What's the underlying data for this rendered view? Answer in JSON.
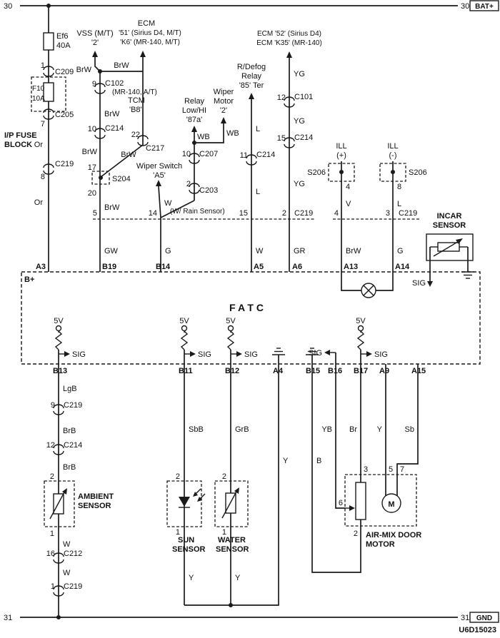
{
  "rails": {
    "top_left": "30",
    "top_right": "30",
    "bat": "BAT+",
    "bottom_left": "31",
    "bottom_right": "31",
    "gnd": "GND",
    "drawing_no": "U6D15023"
  },
  "fuse_branch": {
    "fuse_ef6": "Ef6",
    "fuse_ef6_rating": "40A",
    "pin_1": "1",
    "c209": "C209",
    "fuse_f10": "F10",
    "fuse_f10_rating": "10A",
    "c205": "C205",
    "pin_7": "7",
    "block_name_1": "I/P FUSE",
    "block_name_2": "BLOCK",
    "wire_or_upper": "Or",
    "c219": "C219",
    "pin_8": "8",
    "wire_or_lower": "Or",
    "pin_a3": "A3",
    "b_plus": "B+"
  },
  "vss_ecm_branch": {
    "vss_name": "VSS (M/T)",
    "vss_pin": "'2'",
    "ecm_name": "ECM",
    "ecm_ref_1": "'51' (Sirius D4, M/T)",
    "ecm_ref_2": "'K6' (MR-140, M/T)",
    "wire_brw_vss": "BrW",
    "wire_brw_ecm": "BrW",
    "pin_9": "9",
    "c102": "C102",
    "c102_note": "(MR-140, A/T)",
    "tcm_name": "TCM",
    "tcm_pin": "'B8'",
    "wire_brw_1": "BrW",
    "pin_10": "10",
    "c214": "C214",
    "wire_brw_2": "BrW",
    "pin_22": "22",
    "c217": "C217",
    "wire_brw_diag": "BrW",
    "pin_17": "17",
    "s204": "S204",
    "pin_20": "20",
    "wire_brw_3": "BrW",
    "pin_5": "5",
    "wire_gw": "GW",
    "pin_b19": "B19"
  },
  "wiper_branch": {
    "relay_name_1": "Relay",
    "relay_name_2": "Low/HI",
    "relay_pin": "'87a'",
    "motor_name_1": "Wiper",
    "motor_name_2": "Motor",
    "motor_pin": "'2'",
    "wire_wb_relay": "WB",
    "wire_wb_motor": "WB",
    "pin_10": "10",
    "c207": "C207",
    "pin_2": "2",
    "c203": "C203",
    "switch_name": "Wiper Switch",
    "switch_pin": "'A5'",
    "wire_w": "W",
    "rain_note": "(W/ Rain Sensor)",
    "pin_14": "14",
    "wire_g": "G",
    "pin_b14": "B14"
  },
  "defog_branch": {
    "name_1": "R/Defog",
    "name_2": "Relay",
    "name_3": "'85' Ter",
    "wire_l_upper": "L",
    "pin_11": "11",
    "c214": "C214",
    "wire_l_lower": "L",
    "pin_15": "15",
    "wire_w": "W",
    "pin_a5": "A5"
  },
  "ecm52_branch": {
    "ref_1": "ECM '52' (Sirius D4)",
    "ref_2": "ECM 'K35' (MR-140)",
    "wire_yg_1": "YG",
    "pin_12": "12",
    "c101": "C101",
    "wire_yg_2": "YG",
    "pin_15": "15",
    "c214": "C214",
    "wire_yg_3": "YG",
    "pin_2": "2",
    "c219": "C219",
    "wire_gr": "GR",
    "pin_a6": "A6"
  },
  "ill_plus": {
    "name_1": "ILL",
    "name_2": "(+)",
    "s206": "S206",
    "pin_4_upper": "4",
    "wire_v": "V",
    "pin_4_c219": "4",
    "wire_brw": "BrW",
    "pin_a13": "A13"
  },
  "ill_minus": {
    "name_1": "ILL",
    "name_2": "(-)",
    "s206": "S206",
    "pin_8_upper": "8",
    "wire_l": "L",
    "pin_3_c219": "3",
    "c219": "C219",
    "wire_g": "G",
    "pin_a14": "A14"
  },
  "incar_sensor": {
    "name_1": "INCAR",
    "name_2": "SENSOR",
    "sig": "SIG"
  },
  "fatc": {
    "title": "F A T C",
    "supply_5v": "5V",
    "sig": "SIG",
    "pin_b13": "B13",
    "pin_b11": "B11",
    "pin_b12": "B12",
    "pin_a4": "A4",
    "pin_b15": "B15",
    "pin_b16": "B16",
    "pin_b17": "B17",
    "pin_a9": "A9",
    "pin_a15": "A15"
  },
  "ambient_branch": {
    "wire_lgb": "LgB",
    "pin_9": "9",
    "c219_upper": "C219",
    "wire_brb_1": "BrB",
    "pin_12": "12",
    "c214": "C214",
    "wire_brb_2": "BrB",
    "pin_2": "2",
    "sensor_name_1": "AMBIENT",
    "sensor_name_2": "SENSOR",
    "pin_1_sensor": "1",
    "wire_w_1": "W",
    "pin_16": "16",
    "c212": "C212",
    "wire_w_2": "W",
    "pin_1_c219": "1",
    "c219_lower": "C219"
  },
  "sun_sensor": {
    "wire_sbb": "SbB",
    "pin_2": "2",
    "pin_1": "1",
    "name_1": "SUN",
    "name_2": "SENSOR",
    "wire_y": "Y"
  },
  "water_sensor": {
    "wire_grb": "GrB",
    "pin_2": "2",
    "pin_1": "1",
    "name_1": "WATER",
    "name_2": "SENSOR",
    "wire_y": "Y"
  },
  "return_wires": {
    "wire_y_a4": "Y",
    "wire_b_b15": "B"
  },
  "airmix_motor": {
    "wire_yb": "YB",
    "wire_br": "Br",
    "wire_y": "Y",
    "wire_sb": "Sb",
    "pin_3": "3",
    "pin_5": "5",
    "pin_7": "7",
    "pin_6": "6",
    "pin_2": "2",
    "motor_symbol": "M",
    "name_1": "AIR-MIX DOOR",
    "name_2": "MOTOR"
  }
}
